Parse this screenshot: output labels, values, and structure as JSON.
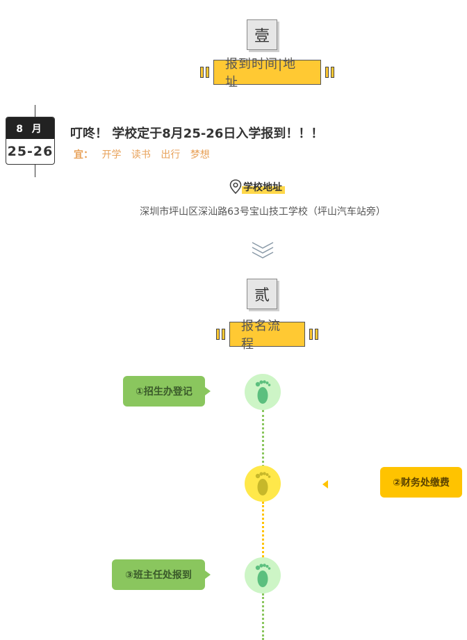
{
  "section1": {
    "numeral": "壹",
    "title": "报到时间|地址"
  },
  "date": {
    "month": "8 月",
    "days": "25-26"
  },
  "headline": "叮咚！ 学校定于8月25-26日入学报到！！！",
  "yi": {
    "label": "宜：",
    "tags": [
      "开学",
      "读书",
      "出行",
      "梦想"
    ]
  },
  "address": {
    "label": "学校地址",
    "text": "深圳市坪山区深汕路63号宝山技工学校（坪山汽车站旁）"
  },
  "section2": {
    "numeral": "贰",
    "title": "报名流程"
  },
  "steps": [
    {
      "label": "①招生办登记"
    },
    {
      "label": "②财务处缴费"
    },
    {
      "label": "③班主任处报到"
    }
  ],
  "colors": {
    "accent_yellow": "#ffc933",
    "step_green": "#8ac65e",
    "step_yellow": "#ffc300",
    "foot_green_bg": "#cdf5c6",
    "foot_yellow_bg": "#ffe84a",
    "yi_orange": "#e8a25a"
  },
  "icons": {
    "location": "location-pin-icon",
    "chevrons": "double-chevron-down-icon",
    "footprint": "footprint-icon"
  }
}
